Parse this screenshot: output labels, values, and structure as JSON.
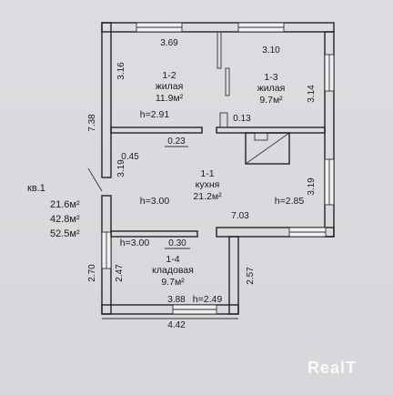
{
  "plan": {
    "apartment_label": "кв.1",
    "area_living": "21.6м²",
    "area_total": "42.8м²",
    "area_gross": "52.5м²",
    "rooms": [
      {
        "id": "1-2",
        "name": "жилая",
        "area": "11.9м²",
        "height": "h=2.91"
      },
      {
        "id": "1-3",
        "name": "жилая",
        "area": "9.7м²"
      },
      {
        "id": "1-1",
        "name": "кухня",
        "area": "21.2м²",
        "height": "h=3.00",
        "height2": "h=2.85"
      },
      {
        "id": "1-4",
        "name": "кладовая",
        "area": "9.7м²",
        "height": "h=3.00",
        "height2": "h=2.49"
      }
    ],
    "dimensions": {
      "top_left": "3.69",
      "top_right": "3.10",
      "left_wall": "7.38",
      "room12_side": "3.16",
      "room13_side": "3.14",
      "stub": "0.13",
      "d023": "0.23",
      "d045": "0.45",
      "d319a": "3.19",
      "d319b": "3.19",
      "d703": "7.03",
      "d030": "0.30",
      "d270": "2.70",
      "d247": "2.47",
      "d257": "2.57",
      "d388": "3.88",
      "d442": "4.42"
    },
    "watermark": "RealT"
  }
}
